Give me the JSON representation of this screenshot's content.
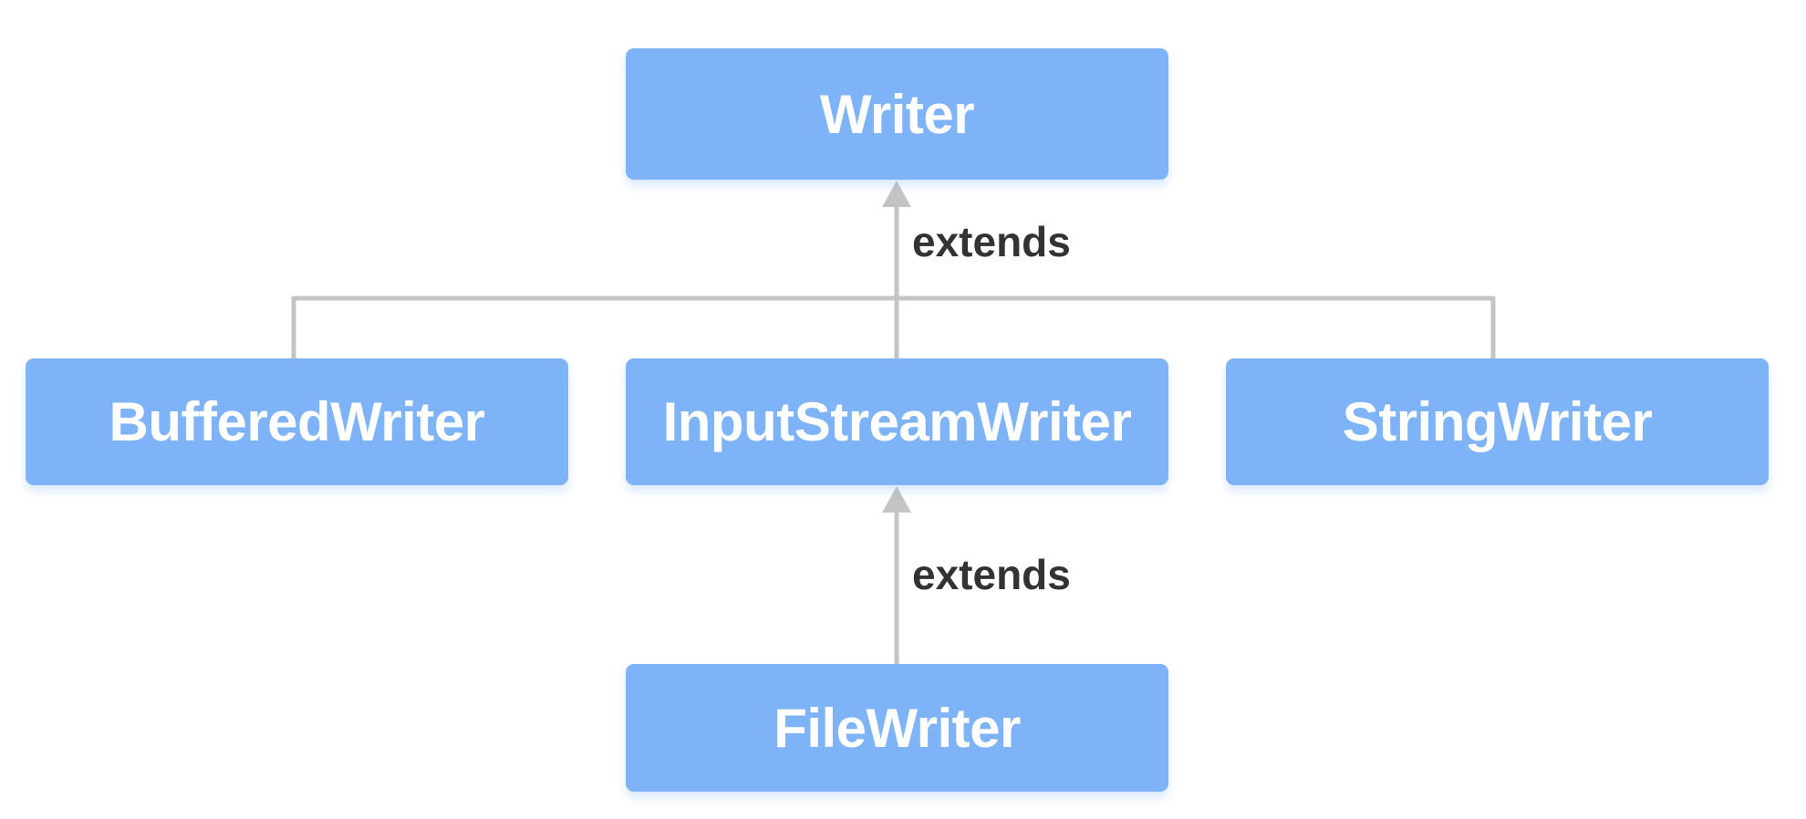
{
  "diagram": {
    "nodes": {
      "writer": "Writer",
      "buffered_writer": "BufferedWriter",
      "input_stream_writer": "InputStreamWriter",
      "string_writer": "StringWriter",
      "file_writer": "FileWriter"
    },
    "edges": [
      {
        "from": "BufferedWriter",
        "to": "Writer",
        "label": "extends"
      },
      {
        "from": "InputStreamWriter",
        "to": "Writer",
        "label": "extends"
      },
      {
        "from": "StringWriter",
        "to": "Writer",
        "label": "extends"
      },
      {
        "from": "FileWriter",
        "to": "InputStreamWriter",
        "label": "extends"
      }
    ],
    "edge_labels": {
      "writer_children": "extends",
      "file_writer_parent": "extends"
    },
    "colors": {
      "node_fill": "#7fb3f7",
      "node_text": "#ffffff",
      "connector": "#c4c4c4",
      "label_text": "#333333"
    }
  }
}
